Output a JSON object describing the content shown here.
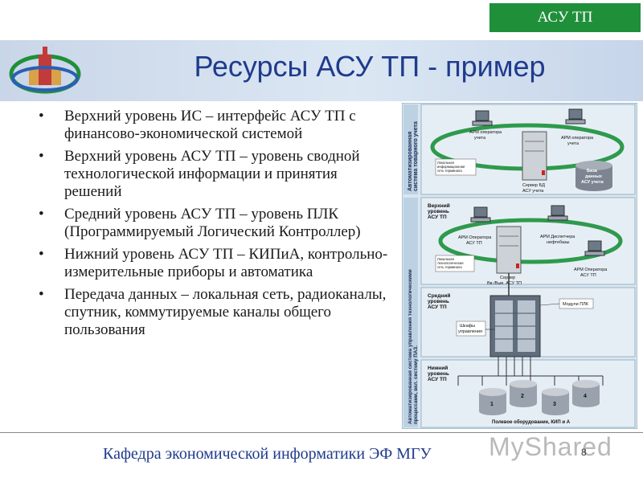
{
  "tag": "АСУ ТП",
  "title": "Ресурсы АСУ ТП - пример",
  "bullets": [
    "Верхний уровень ИС – интерфейс АСУ ТП с финансово-экономической системой",
    "Верхний уровень АСУ ТП – уровень сводной технологической информации и принятия решений",
    "Средний уровень АСУ ТП – уровень ПЛК (Программируемый Логический Контроллер)",
    "Нижний уровень АСУ ТП – КИПиА, контрольно-измерительные приборы и автоматика",
    "Передача данных – локальная сеть, радиоканалы, спутник, коммутируемые каналы общего пользования"
  ],
  "diagram": {
    "side_top": [
      "Автоматизированная",
      "система товарного учета"
    ],
    "side_bottom": [
      "Автоматизированная система управления технологическими",
      "процессами, вкл. систему ПАЗ."
    ],
    "ws1": [
      "АРМ оператора",
      "учета"
    ],
    "ws2": [
      "АРМ оператора",
      "учета"
    ],
    "server1": [
      "Сервер БД",
      "АСУ учета"
    ],
    "db": [
      "База",
      "данных",
      "АСУ учета"
    ],
    "lan1": [
      "Локальная",
      "информационная",
      "сеть терминала"
    ],
    "upper_level": [
      "Верхний",
      "уровень",
      "АСУ ТП"
    ],
    "ws3": [
      "АРМ Оператора",
      "АСУ ТП"
    ],
    "ws4": [
      "АРМ Диспетчера",
      "нефтебазы"
    ],
    "ws5": [
      "АРМ Оператора",
      "АСУ ТП"
    ],
    "server2": [
      "Сервер",
      "Вв./Выв. АСУ ТП"
    ],
    "lan2": [
      "Локальная",
      "технологическая",
      "сеть терминала"
    ],
    "mid_level": [
      "Средний",
      "уровень",
      "АСУ ТП"
    ],
    "plc": "Модули ПЛК",
    "cabinet": [
      "Шкафы",
      "управления"
    ],
    "low_level": [
      "Нижний",
      "уровень",
      "АСУ ТП"
    ],
    "tanks": [
      "1",
      "2",
      "3",
      "4"
    ],
    "field": "Полевое оборудование, КИП и А"
  },
  "footer": "Кафедра экономической информатики ЭФ МГУ",
  "watermark": "MyShared",
  "page_number": "8"
}
